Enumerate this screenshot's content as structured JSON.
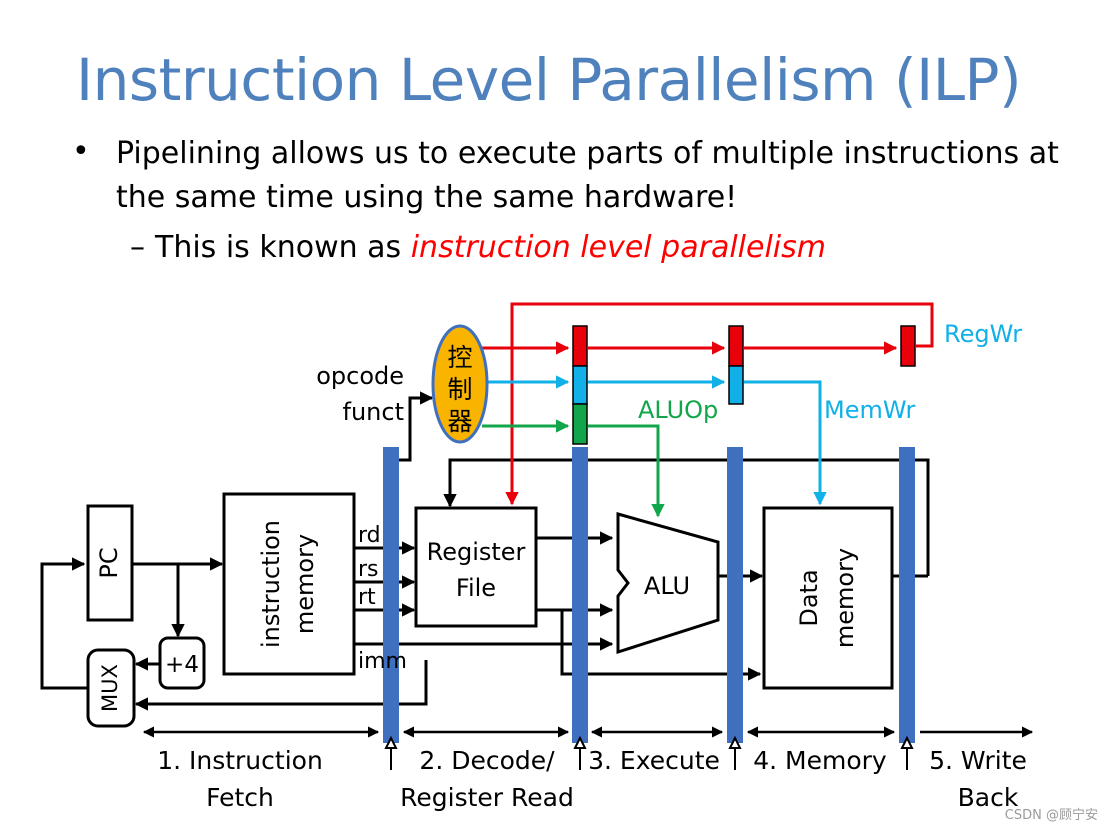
{
  "slide": {
    "title": "Instruction Level Parallelism (ILP)",
    "bullet": "Pipelining allows us to execute parts of multiple instructions at the same time using the same hardware!",
    "sub_bullet_prefix": "This is known as ",
    "sub_bullet_emphasis": "instruction level parallelism"
  },
  "diagram": {
    "control_unit": [
      "控",
      "制",
      "器"
    ],
    "labels": {
      "opcode": "opcode",
      "funct": "funct",
      "pc": "PC",
      "plus4": "+4",
      "mux": "MUX",
      "instr_mem_line1": "instruction",
      "instr_mem_line2": "memory",
      "rd": "rd",
      "rs": "rs",
      "rt": "rt",
      "imm": "imm",
      "reg_file_line1": "Register",
      "reg_file_line2": "File",
      "alu": "ALU",
      "data_mem_line1": "Data",
      "data_mem_line2": "memory"
    },
    "signals": {
      "regwr": "RegWr",
      "aluop": "ALUOp",
      "memwr": "MemWr"
    },
    "stages": [
      {
        "line1": "1. Instruction",
        "line2": "Fetch"
      },
      {
        "line1": "2. Decode/",
        "line2": "Register Read"
      },
      {
        "line1": "3. Execute",
        "line2": ""
      },
      {
        "line1": "4. Memory",
        "line2": ""
      },
      {
        "line1": "5. Write",
        "line2": "Back"
      }
    ],
    "colors": {
      "red": "#e8000b",
      "cyan": "#12b0e8",
      "green": "#12a64a",
      "pipeline_bar": "#3f6fbf",
      "control_fill": "#f9b400"
    }
  },
  "watermark": "CSDN @顾宁安"
}
